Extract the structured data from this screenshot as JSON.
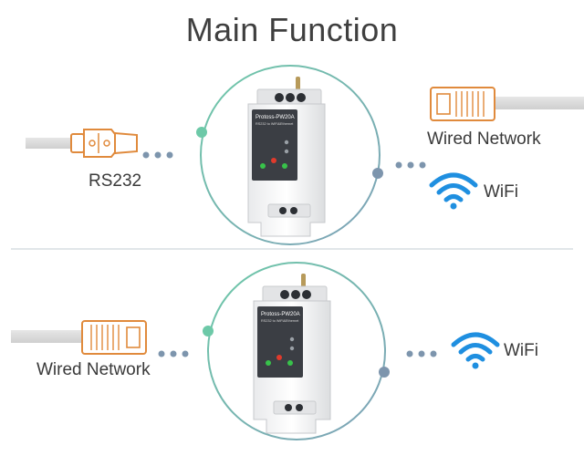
{
  "title": "Main Function",
  "top_panel": {
    "left_label": "RS232",
    "right_labels": [
      "Wired Network",
      "WiFi"
    ]
  },
  "bottom_panel": {
    "left_label": "Wired Network",
    "right_label": "WiFi"
  },
  "device": {
    "model": "Protoss-PW20A",
    "subtitle": "RS232 to WiFi&Ethernet"
  },
  "colors": {
    "ring_accent": "#6dc9a8",
    "ring_main": "#7fa1b8",
    "dot": "#7d95ad",
    "wifi": "#1f8fe0",
    "connector": "#e08a3c",
    "cable": "#d9d9d9"
  }
}
